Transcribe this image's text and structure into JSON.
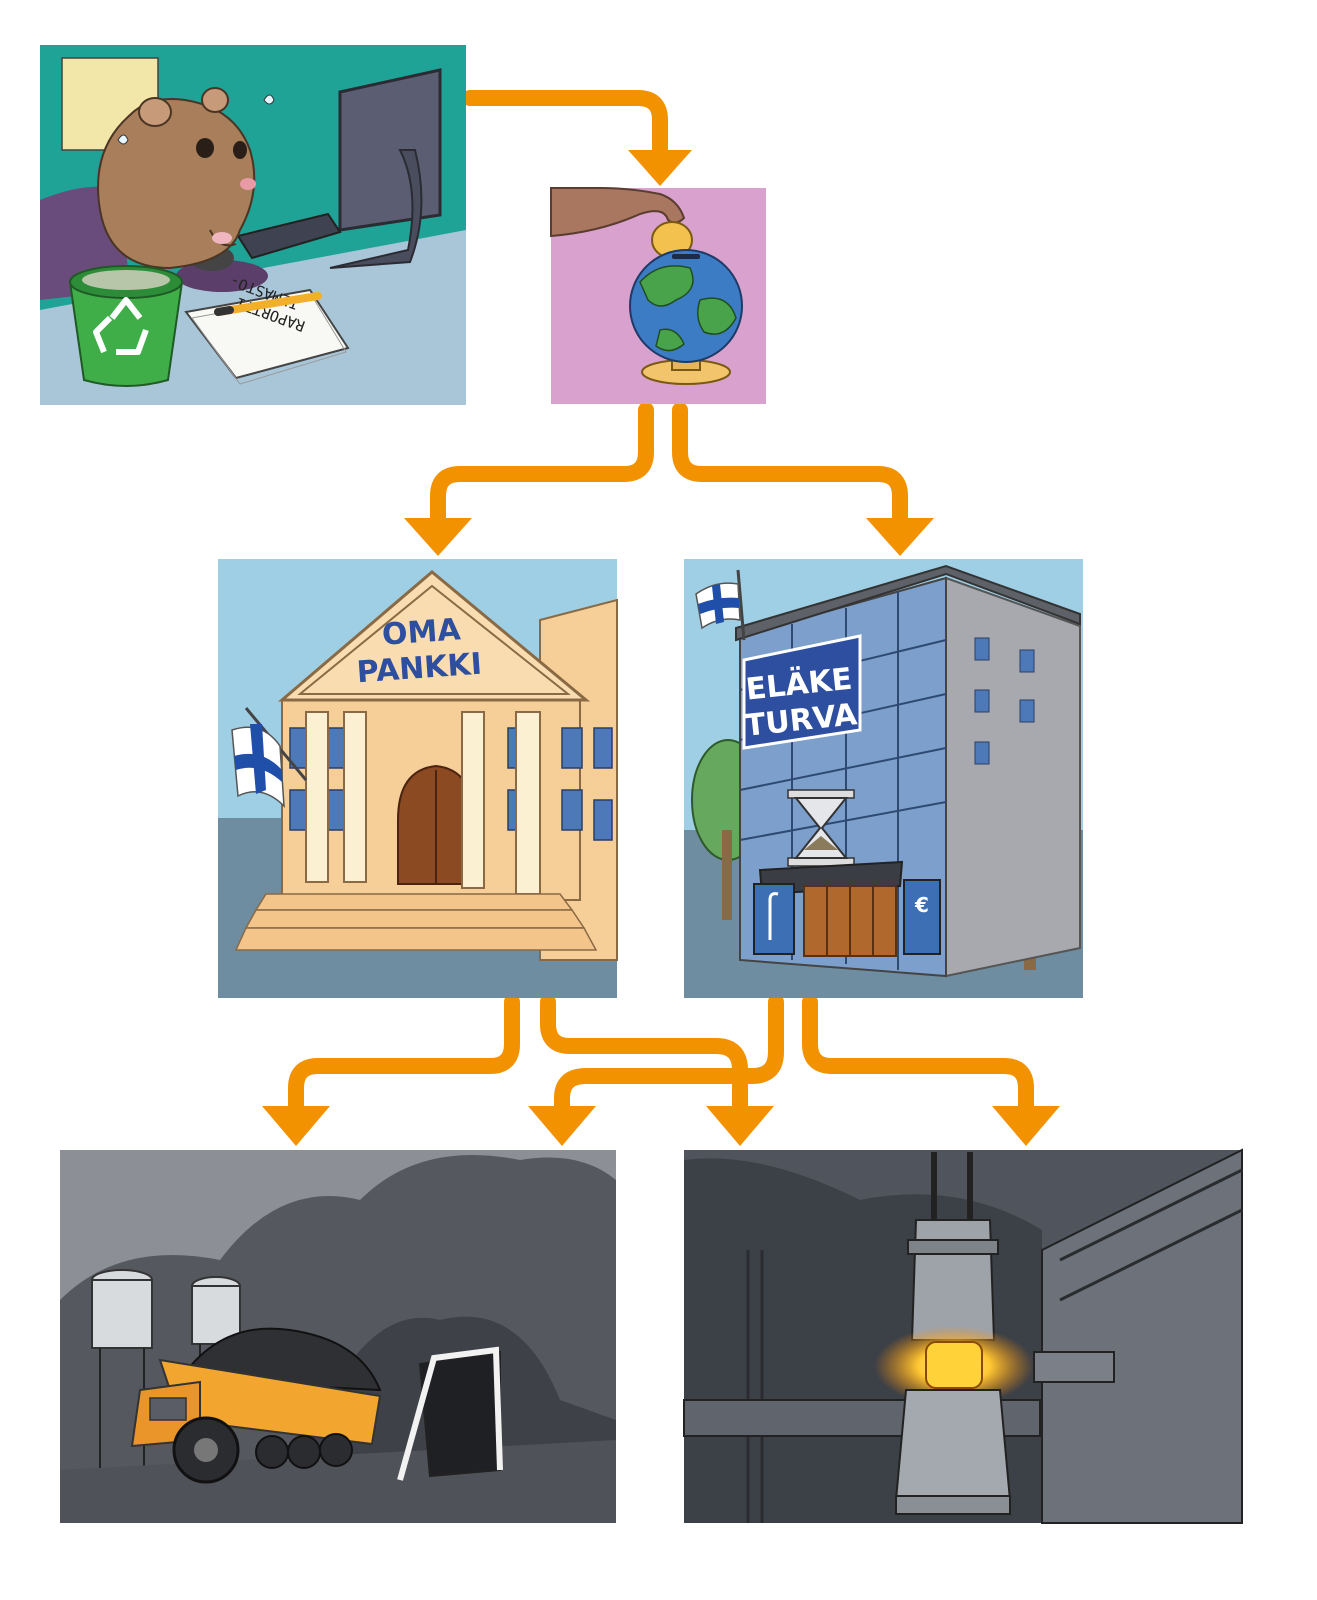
{
  "panels": {
    "office": {
      "report_line1": "ILMASTO-",
      "report_line2": "RAPORTTI",
      "icon": "recycle-icon"
    },
    "piggy_bank": {
      "icon": "globe-icon"
    },
    "bank": {
      "sign_line1": "OMA",
      "sign_line2": "PANKKI",
      "flag": "finland-flag"
    },
    "pension": {
      "sign_line1": "ELÄKE",
      "sign_line2": "TURVA",
      "poster_symbol": "€",
      "flag": "finland-flag"
    },
    "coal_mine": {
      "icon": "dump-truck"
    },
    "steel_mill": {
      "icon": "ladle-furnace"
    }
  },
  "colors": {
    "arrow": "#F39200",
    "office_wall": "#1FA396",
    "piggy_bg": "#D9A1CD",
    "sky": "#9ECFE4",
    "bank_facade": "#F6CE98",
    "bank_sign": "#2E4EA0",
    "pension_sign": "#2E4EA0",
    "mine_bg": "#5C6068",
    "mill_bg": "#50555D",
    "truck": "#F2A62F",
    "furnace_glow": "#FFD23A"
  }
}
